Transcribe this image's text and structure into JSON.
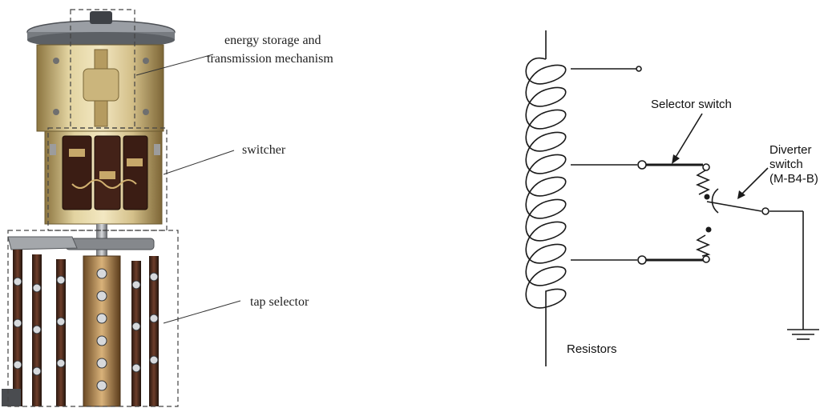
{
  "photo": {
    "labels": {
      "mechanism": [
        "energy storage and",
        "transmission mechanism"
      ],
      "switcher": "switcher",
      "tap_selector": "tap selector"
    }
  },
  "schematic": {
    "labels": {
      "selector_switch": "Selector switch",
      "diverter_switch": [
        "Diverter",
        "switch",
        "(M-B4-B)"
      ],
      "resistors": "Resistors"
    }
  }
}
